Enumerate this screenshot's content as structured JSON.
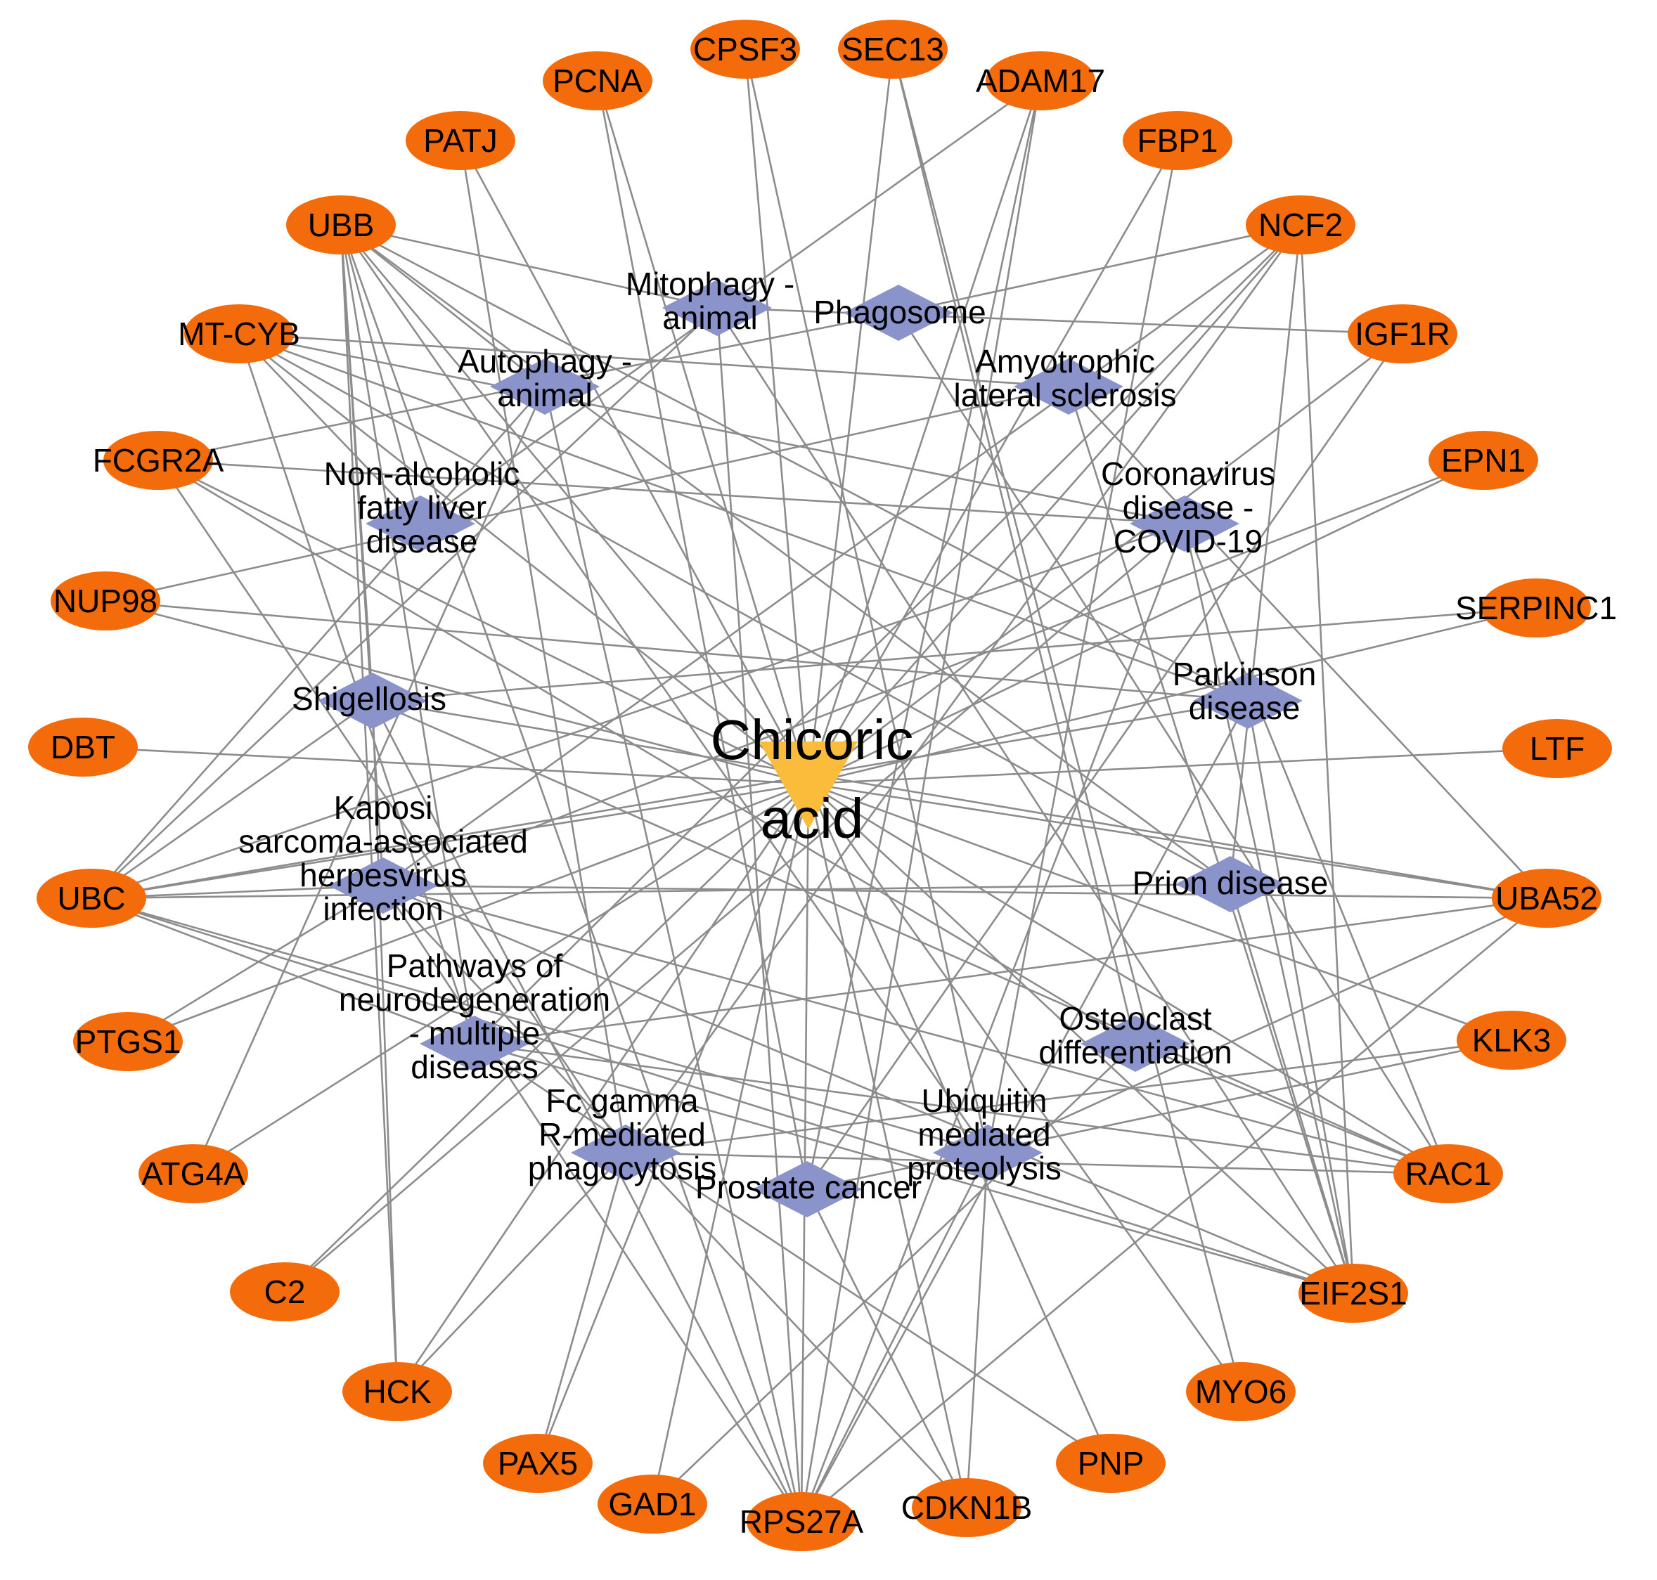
{
  "center": {
    "id": "chicoric",
    "label": [
      "Chicoric",
      "acid"
    ]
  },
  "genes": [
    {
      "id": "CPSF3",
      "label": "CPSF3"
    },
    {
      "id": "SEC13",
      "label": "SEC13"
    },
    {
      "id": "ADAM17",
      "label": "ADAM17"
    },
    {
      "id": "FBP1",
      "label": "FBP1"
    },
    {
      "id": "NCF2",
      "label": "NCF2"
    },
    {
      "id": "IGF1R",
      "label": "IGF1R"
    },
    {
      "id": "EPN1",
      "label": "EPN1"
    },
    {
      "id": "SERPINC1",
      "label": "SERPINC1"
    },
    {
      "id": "LTF",
      "label": "LTF"
    },
    {
      "id": "UBA52",
      "label": "UBA52"
    },
    {
      "id": "KLK3",
      "label": "KLK3"
    },
    {
      "id": "RAC1",
      "label": "RAC1"
    },
    {
      "id": "EIF2S1",
      "label": "EIF2S1"
    },
    {
      "id": "MYO6",
      "label": "MYO6"
    },
    {
      "id": "PNP",
      "label": "PNP"
    },
    {
      "id": "CDKN1B",
      "label": "CDKN1B"
    },
    {
      "id": "RPS27A",
      "label": "RPS27A"
    },
    {
      "id": "GAD1",
      "label": "GAD1"
    },
    {
      "id": "PAX5",
      "label": "PAX5"
    },
    {
      "id": "HCK",
      "label": "HCK"
    },
    {
      "id": "C2",
      "label": "C2"
    },
    {
      "id": "ATG4A",
      "label": "ATG4A"
    },
    {
      "id": "PTGS1",
      "label": "PTGS1"
    },
    {
      "id": "UBC",
      "label": "UBC"
    },
    {
      "id": "DBT",
      "label": "DBT"
    },
    {
      "id": "NUP98",
      "label": "NUP98"
    },
    {
      "id": "FCGR2A",
      "label": "FCGR2A"
    },
    {
      "id": "MT-CYB",
      "label": "MT-CYB"
    },
    {
      "id": "UBB",
      "label": "UBB"
    },
    {
      "id": "PATJ",
      "label": "PATJ"
    },
    {
      "id": "PCNA",
      "label": "PCNA"
    }
  ],
  "pathways": [
    {
      "id": "mitophagy",
      "label": [
        "Mitophagy -",
        "animal"
      ]
    },
    {
      "id": "phagosome",
      "label": [
        "Phagosome"
      ]
    },
    {
      "id": "autophagy",
      "label": [
        "Autophagy -",
        "animal"
      ]
    },
    {
      "id": "als",
      "label": [
        "Amyotrophic",
        "lateral sclerosis"
      ]
    },
    {
      "id": "nafld",
      "label": [
        "Non-alcoholic",
        "fatty liver",
        "disease"
      ]
    },
    {
      "id": "covid",
      "label": [
        "Coronavirus",
        "disease -",
        "COVID-19"
      ]
    },
    {
      "id": "shigellosis",
      "label": [
        "Shigellosis"
      ]
    },
    {
      "id": "parkinson",
      "label": [
        "Parkinson",
        "disease"
      ]
    },
    {
      "id": "kaposi",
      "label": [
        "Kaposi",
        "sarcoma-associated",
        "herpesvirus",
        "infection"
      ]
    },
    {
      "id": "prion",
      "label": [
        "Prion disease"
      ]
    },
    {
      "id": "neurodegeneration",
      "label": [
        "Pathways of",
        "neurodegeneration",
        "- multiple",
        "diseases"
      ]
    },
    {
      "id": "osteoclast",
      "label": [
        "Osteoclast",
        "differentiation"
      ]
    },
    {
      "id": "fcgamma",
      "label": [
        "Fc gamma",
        "R-mediated",
        "phagocytosis"
      ]
    },
    {
      "id": "ubiquitin",
      "label": [
        "Ubiquitin",
        "mediated",
        "proteolysis"
      ]
    },
    {
      "id": "prostate",
      "label": [
        "Prostate cancer"
      ]
    }
  ],
  "edges": [
    [
      "chicoric",
      "CPSF3"
    ],
    [
      "chicoric",
      "SEC13"
    ],
    [
      "chicoric",
      "ADAM17"
    ],
    [
      "chicoric",
      "FBP1"
    ],
    [
      "chicoric",
      "NCF2"
    ],
    [
      "chicoric",
      "IGF1R"
    ],
    [
      "chicoric",
      "EPN1"
    ],
    [
      "chicoric",
      "SERPINC1"
    ],
    [
      "chicoric",
      "LTF"
    ],
    [
      "chicoric",
      "UBA52"
    ],
    [
      "chicoric",
      "KLK3"
    ],
    [
      "chicoric",
      "RAC1"
    ],
    [
      "chicoric",
      "EIF2S1"
    ],
    [
      "chicoric",
      "MYO6"
    ],
    [
      "chicoric",
      "PNP"
    ],
    [
      "chicoric",
      "CDKN1B"
    ],
    [
      "chicoric",
      "RPS27A"
    ],
    [
      "chicoric",
      "GAD1"
    ],
    [
      "chicoric",
      "PAX5"
    ],
    [
      "chicoric",
      "HCK"
    ],
    [
      "chicoric",
      "C2"
    ],
    [
      "chicoric",
      "ATG4A"
    ],
    [
      "chicoric",
      "PTGS1"
    ],
    [
      "chicoric",
      "UBC"
    ],
    [
      "chicoric",
      "DBT"
    ],
    [
      "chicoric",
      "NUP98"
    ],
    [
      "chicoric",
      "FCGR2A"
    ],
    [
      "chicoric",
      "MT-CYB"
    ],
    [
      "chicoric",
      "UBB"
    ],
    [
      "chicoric",
      "PATJ"
    ],
    [
      "chicoric",
      "PCNA"
    ],
    [
      "UBB",
      "mitophagy"
    ],
    [
      "UBB",
      "autophagy"
    ],
    [
      "UBB",
      "nafld"
    ],
    [
      "UBB",
      "shigellosis"
    ],
    [
      "UBB",
      "kaposi"
    ],
    [
      "UBB",
      "prion"
    ],
    [
      "UBB",
      "ubiquitin"
    ],
    [
      "UBB",
      "neurodegeneration"
    ],
    [
      "UBB",
      "parkinson"
    ],
    [
      "UBB",
      "RPS27A"
    ],
    [
      "MT-CYB",
      "als"
    ],
    [
      "MT-CYB",
      "nafld"
    ],
    [
      "MT-CYB",
      "parkinson"
    ],
    [
      "MT-CYB",
      "prion"
    ],
    [
      "MT-CYB",
      "neurodegeneration"
    ],
    [
      "MT-CYB",
      "covid"
    ],
    [
      "FCGR2A",
      "phagosome"
    ],
    [
      "FCGR2A",
      "covid"
    ],
    [
      "FCGR2A",
      "fcgamma"
    ],
    [
      "FCGR2A",
      "osteoclast"
    ],
    [
      "NUP98",
      "als"
    ],
    [
      "NUP98",
      "parkinson"
    ],
    [
      "UBC",
      "mitophagy"
    ],
    [
      "UBC",
      "autophagy"
    ],
    [
      "UBC",
      "shigellosis"
    ],
    [
      "UBC",
      "kaposi"
    ],
    [
      "UBC",
      "prion"
    ],
    [
      "UBC",
      "ubiquitin"
    ],
    [
      "UBC",
      "neurodegeneration"
    ],
    [
      "UBC",
      "parkinson"
    ],
    [
      "UBC",
      "covid"
    ],
    [
      "PTGS1",
      "kaposi"
    ],
    [
      "ATG4A",
      "autophagy"
    ],
    [
      "C2",
      "covid"
    ],
    [
      "HCK",
      "shigellosis"
    ],
    [
      "HCK",
      "fcgamma"
    ],
    [
      "HCK",
      "UBB"
    ],
    [
      "PAX5",
      "fcgamma"
    ],
    [
      "PCNA",
      "prostate"
    ],
    [
      "PATJ",
      "fcgamma"
    ],
    [
      "CPSF3",
      "ubiquitin"
    ],
    [
      "SEC13",
      "osteoclast"
    ],
    [
      "ADAM17",
      "nafld"
    ],
    [
      "ADAM17",
      "prostate"
    ],
    [
      "ADAM17",
      "RPS27A"
    ],
    [
      "FBP1",
      "ubiquitin"
    ],
    [
      "NCF2",
      "phagosome"
    ],
    [
      "NCF2",
      "kaposi"
    ],
    [
      "NCF2",
      "fcgamma"
    ],
    [
      "NCF2",
      "neurodegeneration"
    ],
    [
      "NCF2",
      "prion"
    ],
    [
      "NCF2",
      "EIF2S1"
    ],
    [
      "IGF1R",
      "prostate"
    ],
    [
      "IGF1R",
      "mitophagy"
    ],
    [
      "EPN1",
      "kaposi"
    ],
    [
      "SERPINC1",
      "shigellosis"
    ],
    [
      "UBA52",
      "kaposi"
    ],
    [
      "UBA52",
      "shigellosis"
    ],
    [
      "UBA52",
      "neurodegeneration"
    ],
    [
      "UBA52",
      "ubiquitin"
    ],
    [
      "UBA52",
      "als"
    ],
    [
      "UBA52",
      "RPS27A"
    ],
    [
      "KLK3",
      "prostate"
    ],
    [
      "KLK3",
      "fcgamma"
    ],
    [
      "RAC1",
      "phagosome"
    ],
    [
      "RAC1",
      "shigellosis"
    ],
    [
      "RAC1",
      "kaposi"
    ],
    [
      "RAC1",
      "fcgamma"
    ],
    [
      "RAC1",
      "neurodegeneration"
    ],
    [
      "RAC1",
      "osteoclast"
    ],
    [
      "RAC1",
      "covid"
    ],
    [
      "EIF2S1",
      "als"
    ],
    [
      "EIF2S1",
      "mitophagy"
    ],
    [
      "EIF2S1",
      "covid"
    ],
    [
      "EIF2S1",
      "neurodegeneration"
    ],
    [
      "EIF2S1",
      "kaposi"
    ],
    [
      "EIF2S1",
      "prion"
    ],
    [
      "EIF2S1",
      "parkinson"
    ],
    [
      "EIF2S1",
      "UBC"
    ],
    [
      "MYO6",
      "SEC13"
    ],
    [
      "PNP",
      "neurodegeneration"
    ],
    [
      "CDKN1B",
      "prostate"
    ],
    [
      "CDKN1B",
      "kaposi"
    ],
    [
      "CDKN1B",
      "ubiquitin"
    ],
    [
      "RPS27A",
      "mitophagy"
    ],
    [
      "RPS27A",
      "autophagy"
    ],
    [
      "RPS27A",
      "shigellosis"
    ],
    [
      "RPS27A",
      "kaposi"
    ],
    [
      "RPS27A",
      "ubiquitin"
    ],
    [
      "RPS27A",
      "parkinson"
    ],
    [
      "RPS27A",
      "covid"
    ],
    [
      "GAD1",
      "osteoclast"
    ]
  ],
  "colors": {
    "gene": "#f46b0c",
    "pathway": "#8b93cb",
    "center": "#fbbb3b",
    "edge": "#8c8c8c",
    "text": "#000000",
    "background": "#ffffff"
  }
}
